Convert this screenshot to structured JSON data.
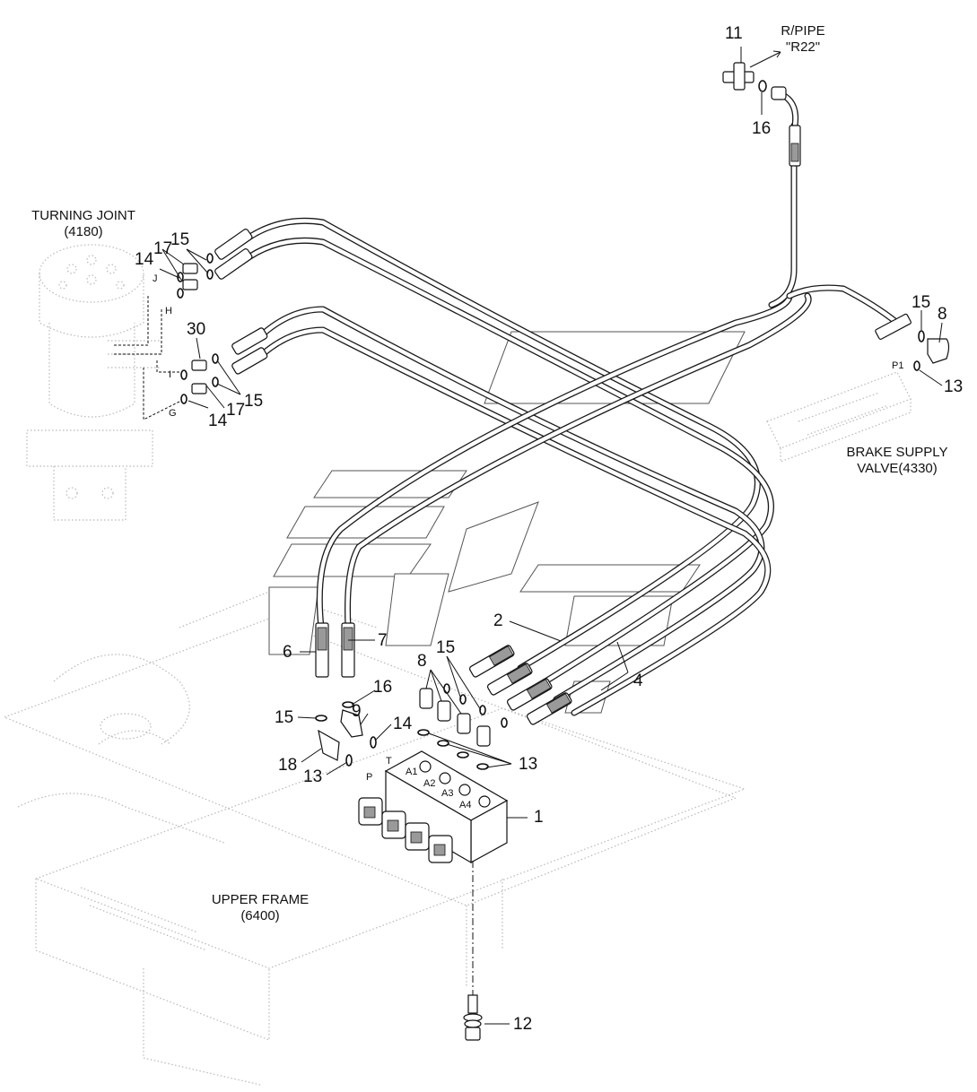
{
  "labels": {
    "turning_joint": "TURNING JOINT",
    "turning_joint_code": "(4180)",
    "r_pipe": "R/PIPE",
    "r_pipe_code": "\"R22\"",
    "brake_supply": "BRAKE SUPPLY",
    "brake_supply_code": "VALVE(4330)",
    "upper_frame": "UPPER FRAME",
    "upper_frame_code": "(6400)"
  },
  "ports": {
    "j": "J",
    "h": "H",
    "i": "I",
    "g": "G",
    "p1": "P1",
    "t": "T",
    "p": "P",
    "a1": "A1",
    "a2": "A2",
    "a3": "A3",
    "a4": "A4"
  },
  "callouts": {
    "n11": "11",
    "n16_top": "16",
    "n15_right": "15",
    "n8_right": "8",
    "n13_right": "13",
    "n14_tl": "14",
    "n17_tl": "17",
    "n15_tl": "15",
    "n30": "30",
    "n15_ml": "15",
    "n17_ml": "17",
    "n14_ml": "14",
    "n2": "2",
    "n4": "4",
    "n6": "6",
    "n7": "7",
    "n8_mid": "8",
    "n15_mid": "15",
    "n16_mid": "16",
    "n15_low": "15",
    "n9": "9",
    "n14_low": "14",
    "n18": "18",
    "n13_low": "13",
    "n13_mid": "13",
    "n1": "1",
    "n12": "12"
  }
}
